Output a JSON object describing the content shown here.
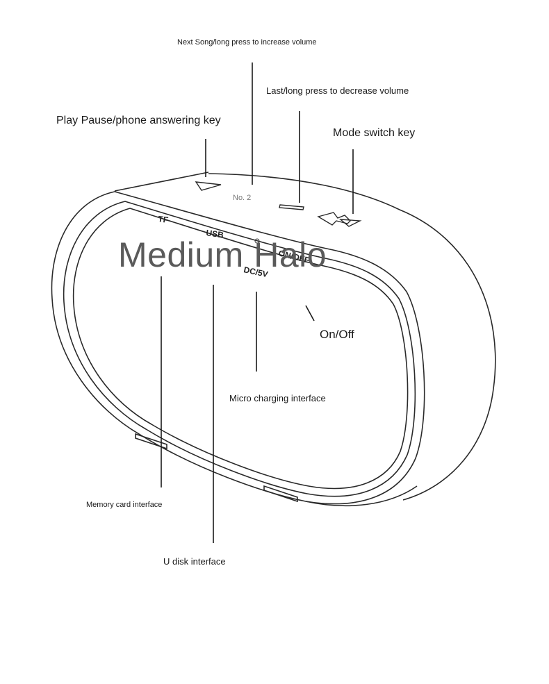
{
  "labels": {
    "next_song": "Next Song/long press to increase volume",
    "last_song": "Last/long press to decrease volume",
    "play_pause": "Play Pause/phone answering key",
    "mode_switch": "Mode switch key",
    "on_off": "On/Off",
    "micro_charging": "Micro charging interface",
    "memory_card": "Memory card interface",
    "u_disk": "U disk interface"
  },
  "device": {
    "button_no": "No. 2",
    "port_tf": "TF",
    "port_usb": "USB",
    "port_dc": "DC/5V",
    "port_onoff": "ON/OFF"
  },
  "watermark": "Medium Halo"
}
